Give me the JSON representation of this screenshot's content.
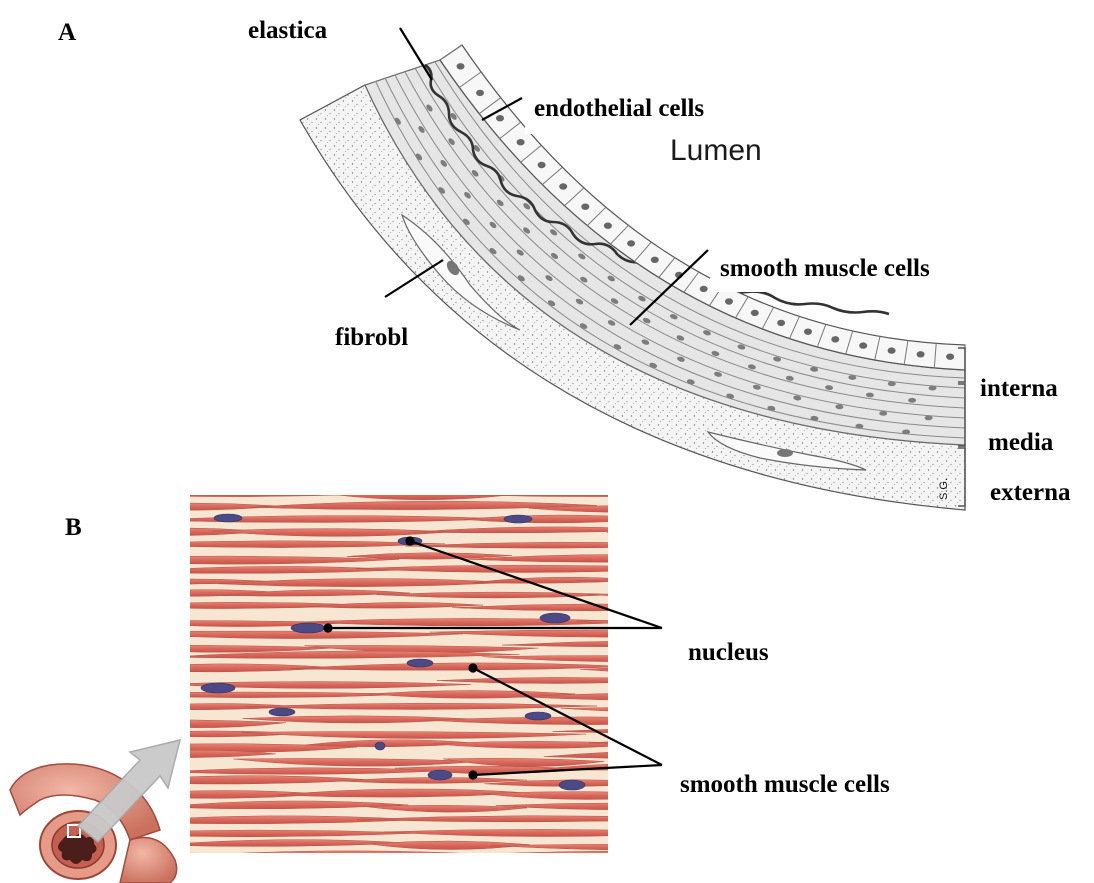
{
  "panel_a": {
    "letter": "A",
    "labels": {
      "elastica": "elastica",
      "endothelial": "endothelial cells",
      "lumen": "Lumen",
      "smooth_muscle": "smooth muscle cells",
      "fibroblast": "fibrobl",
      "interna": "interna",
      "media": "media",
      "externa": "externa",
      "artist_initials": "S.G."
    }
  },
  "panel_b": {
    "letter": "B",
    "labels": {
      "nucleus": "nucleus",
      "smooth_muscle": "smooth muscle cells"
    }
  },
  "colors": {
    "muscle": "#d9695c",
    "muscle_light": "#ea9184",
    "gap": "#f6e6d2",
    "nucleus": "#4b4a86",
    "tissue_line": "#6b6b6b",
    "tissue_fill": "#f0f0f0"
  }
}
